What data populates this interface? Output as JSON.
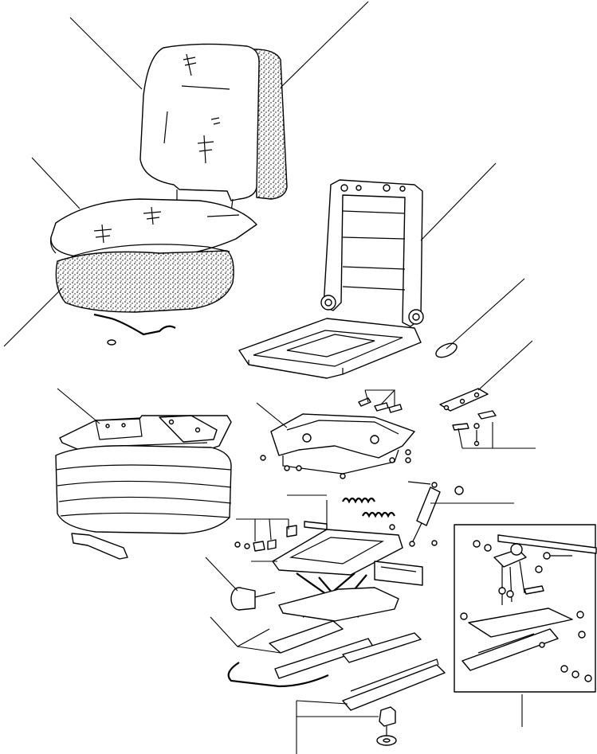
{
  "diagram": {
    "style": "exploded parts drawing",
    "line_color": "#000000",
    "background_color": "#ffffff",
    "parts": [
      {
        "name": "backrest-cover"
      },
      {
        "name": "backrest-foam"
      },
      {
        "name": "cushion-cover"
      },
      {
        "name": "cushion-foam"
      },
      {
        "name": "seat-frame"
      },
      {
        "name": "bellows-boot"
      },
      {
        "name": "top-plate"
      },
      {
        "name": "adjuster-handle"
      },
      {
        "name": "recline-bracket"
      },
      {
        "name": "springs"
      },
      {
        "name": "gas-damper"
      },
      {
        "name": "scissor-suspension"
      },
      {
        "name": "weight-adjust-knob"
      },
      {
        "name": "seat-rails"
      },
      {
        "name": "bolt-and-washer"
      },
      {
        "name": "detail-inset"
      }
    ]
  }
}
